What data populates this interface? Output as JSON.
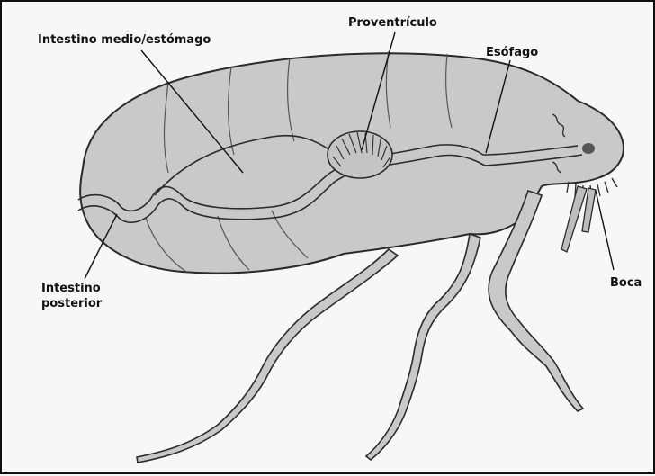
{
  "labels": {
    "midgut": "Intestino medio/estómago",
    "proventriculus": "Proventrículo",
    "esophagus": "Esófago",
    "mouth": "Boca",
    "hindgut_line1": "Intestino",
    "hindgut_line2": "posterior"
  },
  "colors": {
    "body_fill": "#c9c9c9",
    "outline": "#2a2a2a",
    "paper": "#f7f7f7"
  }
}
